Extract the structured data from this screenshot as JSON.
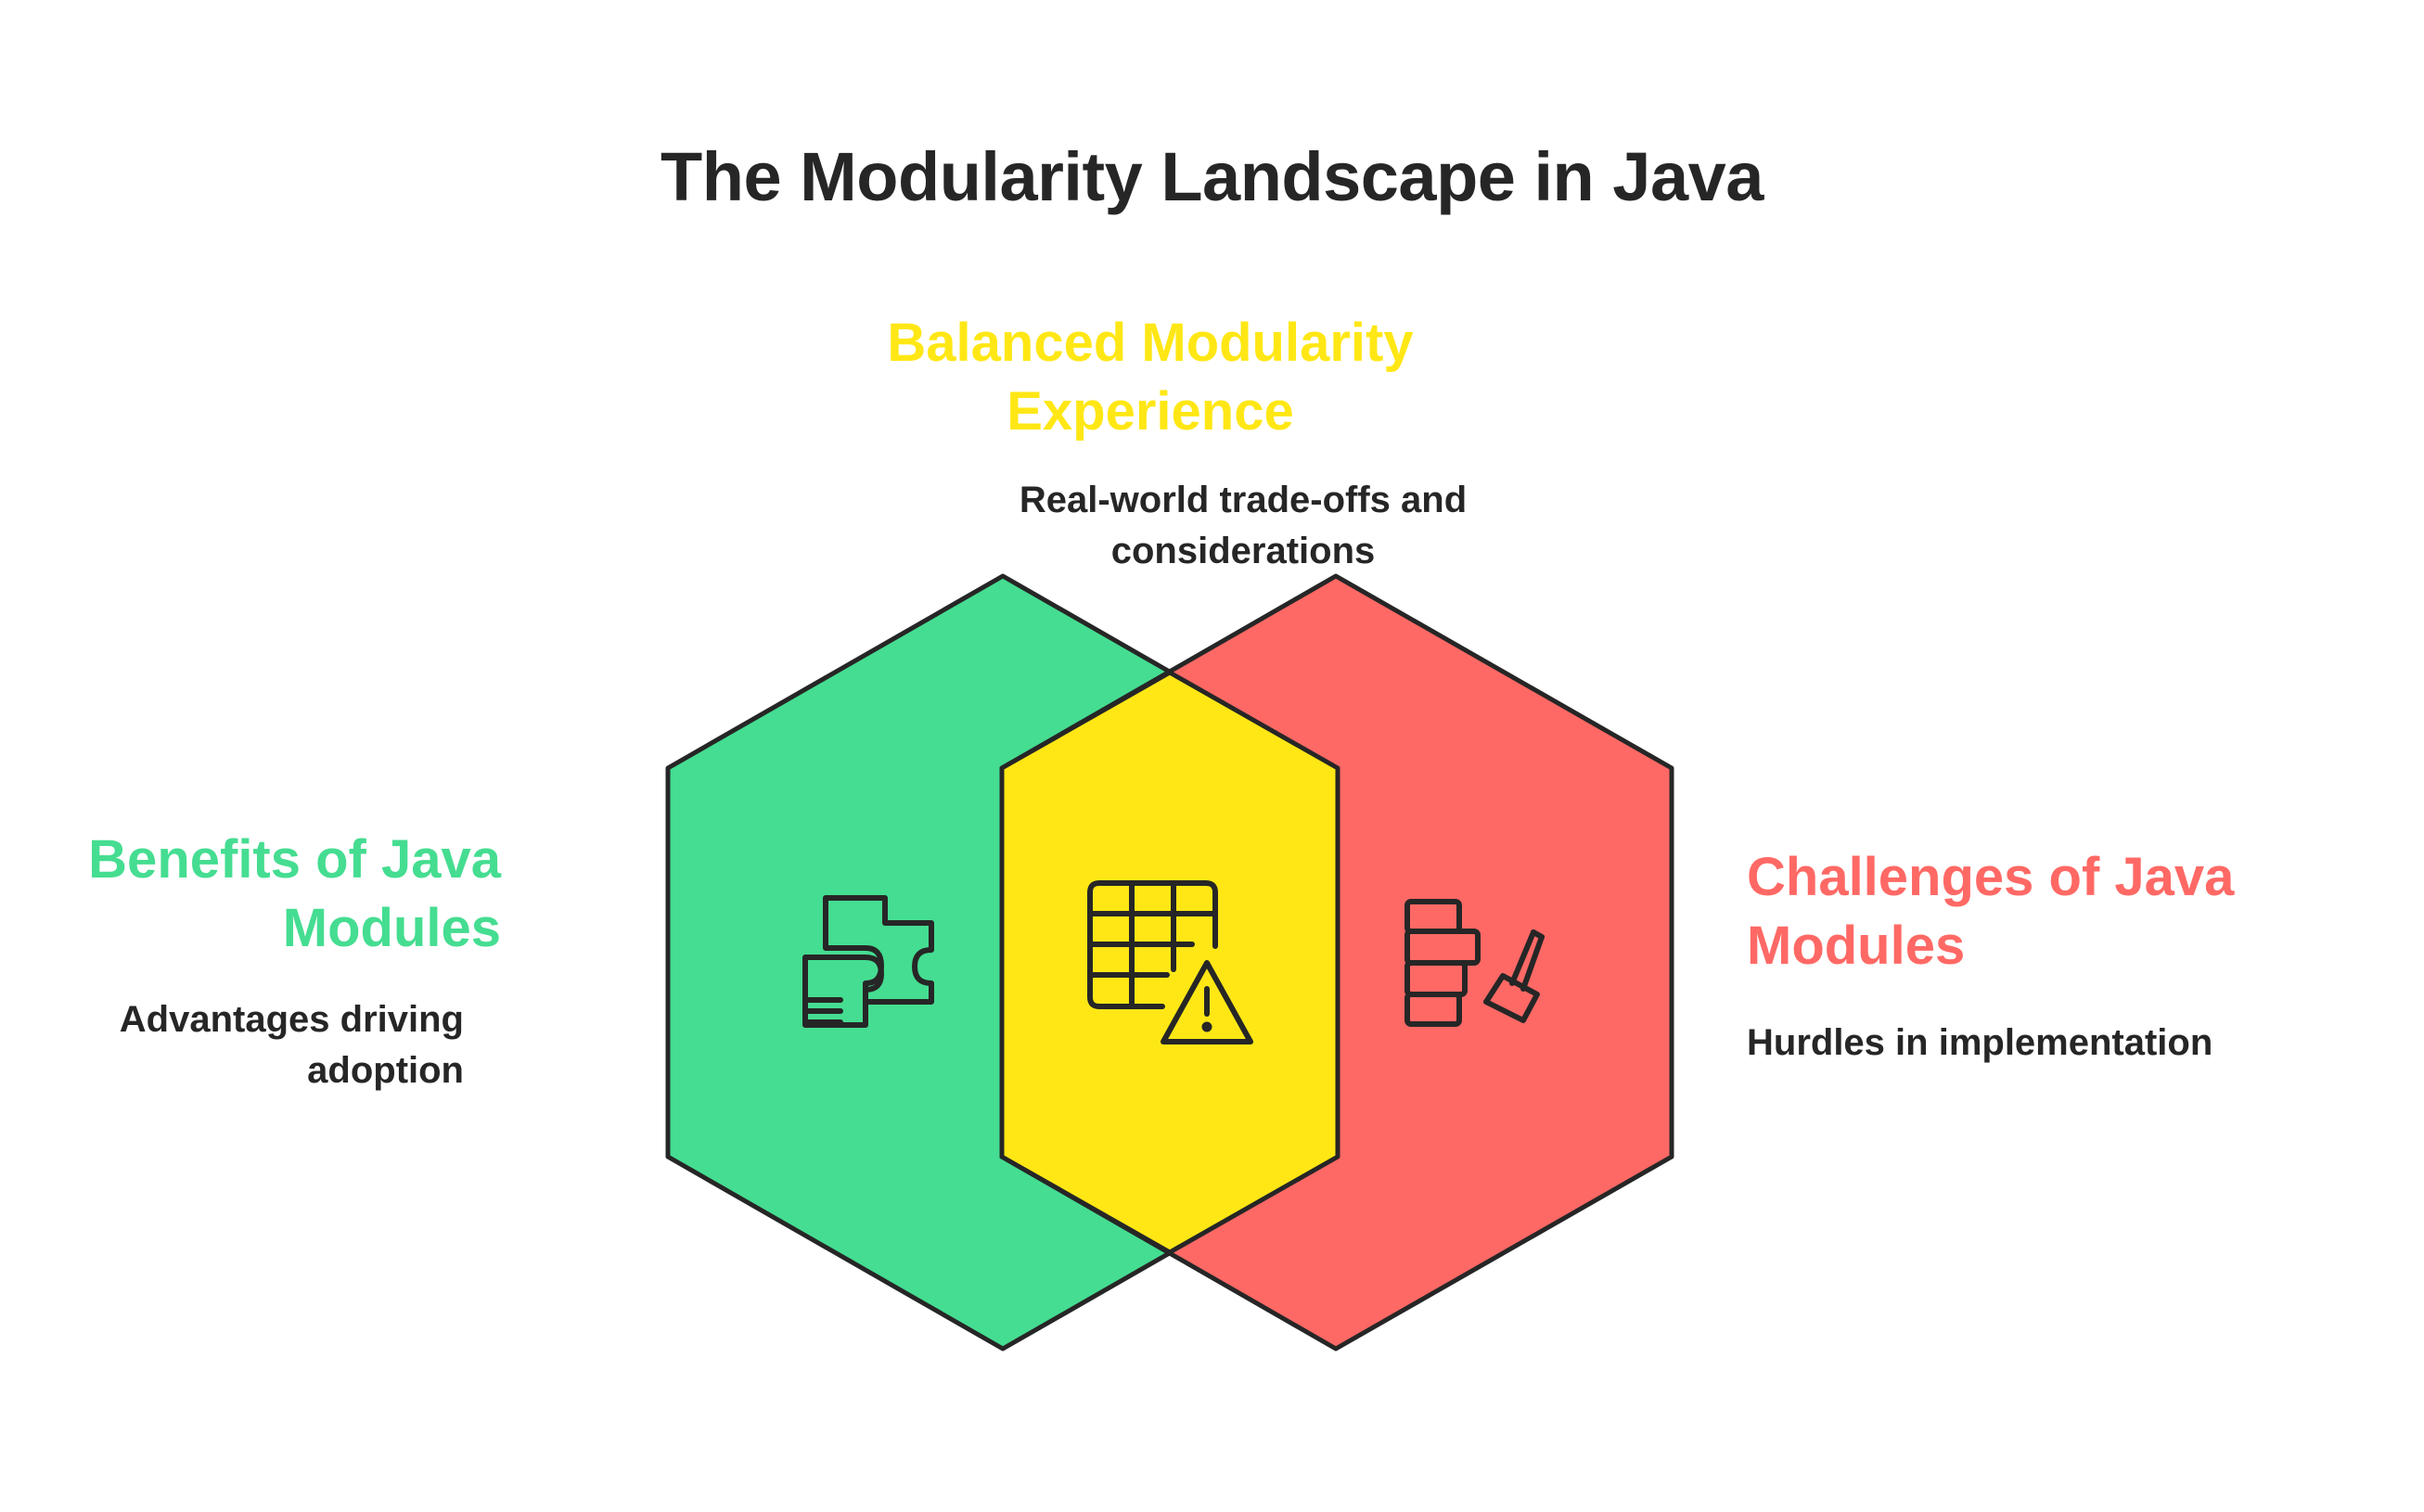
{
  "title": "The Modularity Landscape in Java",
  "colors": {
    "green": "#45DD91",
    "red": "#FF6965",
    "yellow": "#FFE715",
    "outline": "#262626",
    "text": "#262626"
  },
  "sets": {
    "balanced": {
      "heading": "Balanced Modularity Experience",
      "description": "Real-world trade-offs and considerations",
      "icon": "grid-warning-icon"
    },
    "benefits": {
      "heading": "Benefits of Java Modules",
      "description": "Advantages driving adoption",
      "icon": "puzzle-pieces-icon"
    },
    "challenges": {
      "heading": "Challenges of Java Modules",
      "description": "Hurdles in implementation",
      "icon": "blocks-hammer-icon"
    }
  }
}
